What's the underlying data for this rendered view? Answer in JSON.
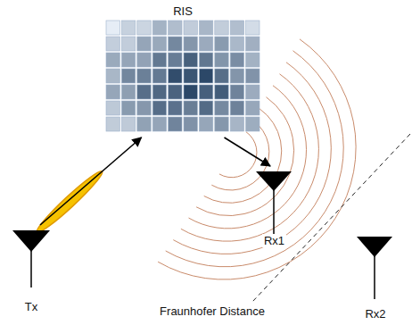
{
  "diagram": {
    "nodes": [
      {
        "text": [
          "RIS"
        ]
      },
      {
        "text": [
          "Tx"
        ]
      },
      {
        "text": [
          "Rx1"
        ]
      },
      {
        "text": [
          "Rx2"
        ]
      }
    ],
    "edges": [
      {
        "from": 1,
        "to": 0,
        "arrow": "to"
      },
      {
        "from": 0,
        "to": 2,
        "arrow": "to"
      }
    ],
    "labels": [
      "Fraunhofer Distance"
    ]
  }
}
